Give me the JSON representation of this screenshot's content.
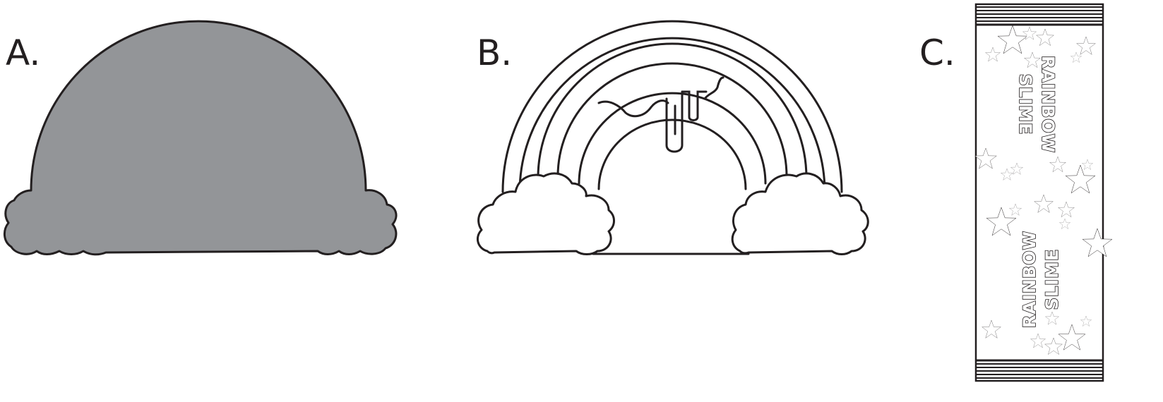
{
  "figure": {
    "panels": [
      {
        "id": "A",
        "label": "A.",
        "description_icon": "rainbow-silhouette-icon"
      },
      {
        "id": "B",
        "label": "B.",
        "description_icon": "rainbow-outline-icon"
      },
      {
        "id": "C",
        "label": "C.",
        "description_icon": "wrapper-label-icon",
        "wrapper_text_top": [
          "RAINBOW",
          "SLIME"
        ],
        "wrapper_text_bottom": [
          "RAINBOW",
          "SLIME"
        ]
      }
    ],
    "colors": {
      "ink": "#231f20",
      "silhouette_fill": "#939598",
      "paper": "#ffffff"
    }
  }
}
